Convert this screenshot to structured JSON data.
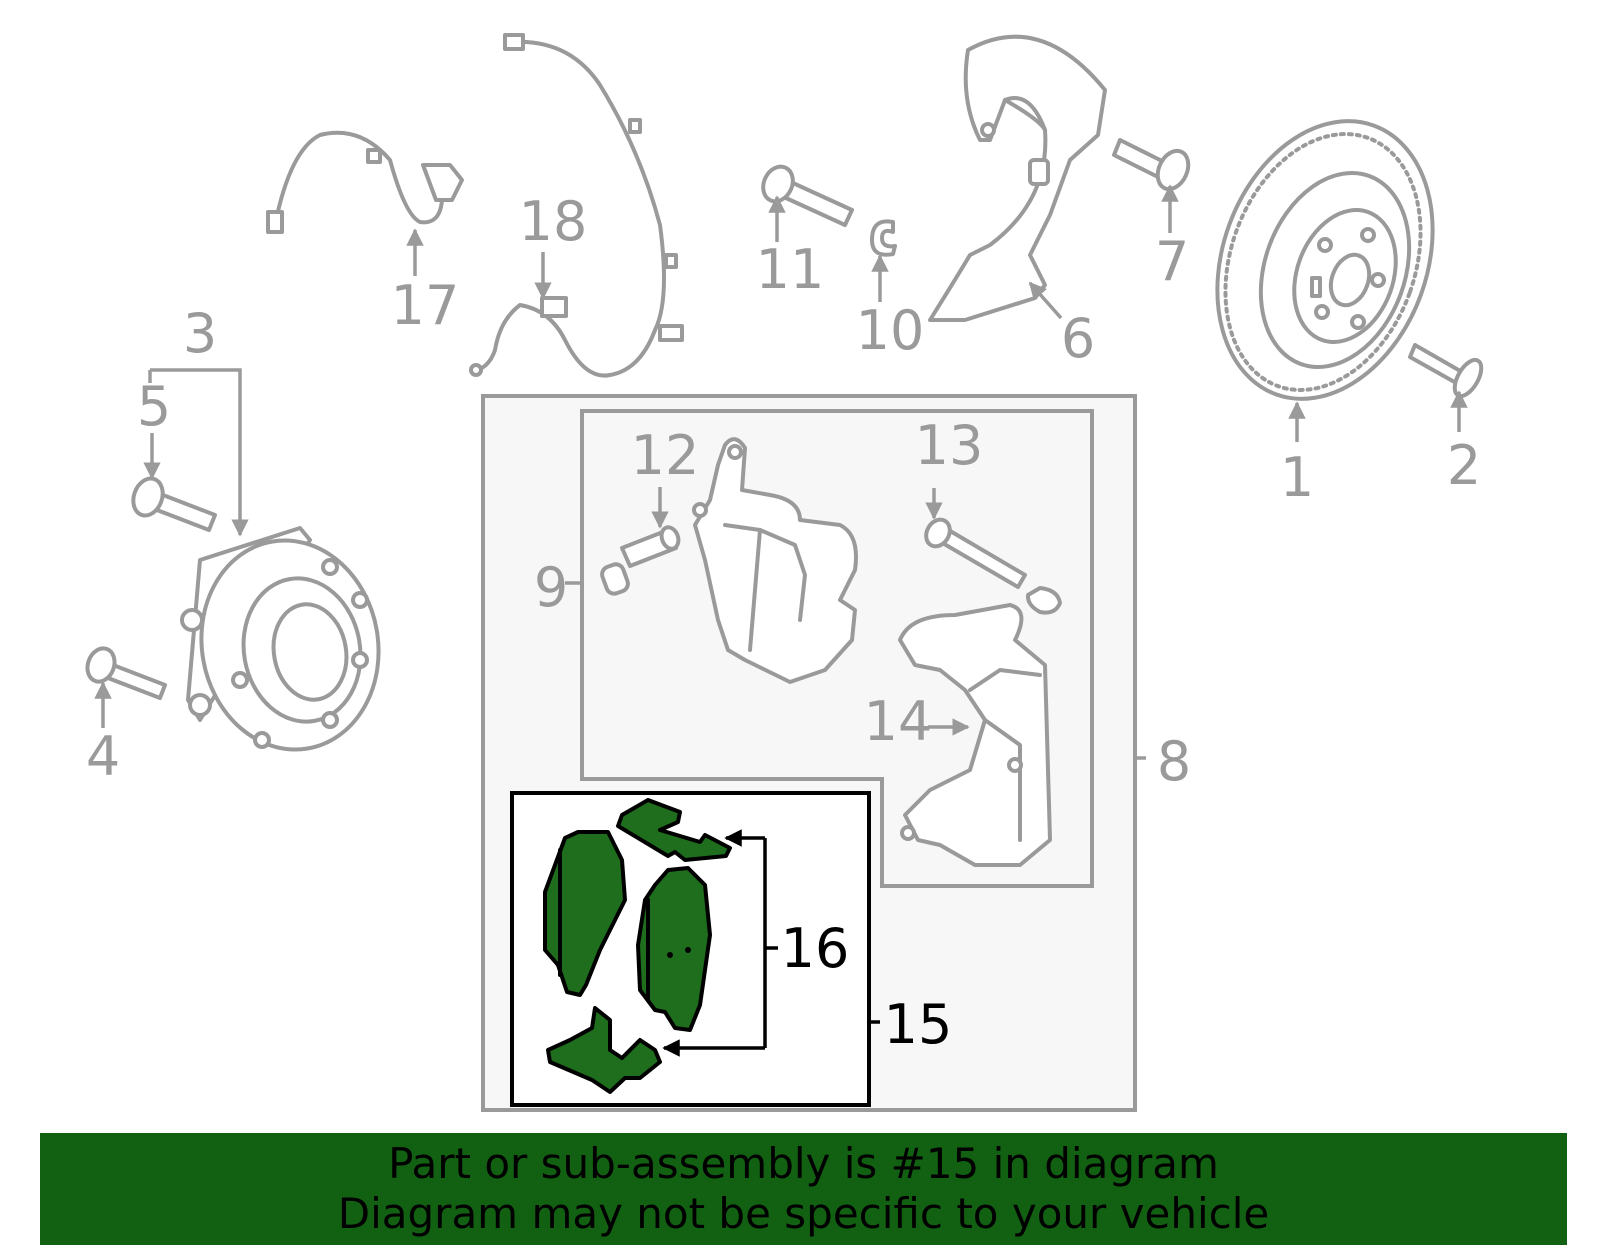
{
  "callouts": {
    "c1": "1",
    "c2": "2",
    "c3": "3",
    "c4": "4",
    "c5": "5",
    "c6": "6",
    "c7": "7",
    "c8": "8",
    "c9": "9",
    "c10": "10",
    "c11": "11",
    "c12": "12",
    "c13": "13",
    "c14": "14",
    "c15": "15",
    "c16": "16",
    "c17": "17",
    "c18": "18"
  },
  "highlight": {
    "part_number": "15",
    "color": "#1e6e1e"
  },
  "colors": {
    "line": "#9a9a9a",
    "box_fill": "#f7f7f7",
    "banner": "#126012"
  },
  "banner": {
    "line1": "Part or sub-assembly is #15 in diagram",
    "line2": "Diagram may not be specific to your vehicle"
  }
}
